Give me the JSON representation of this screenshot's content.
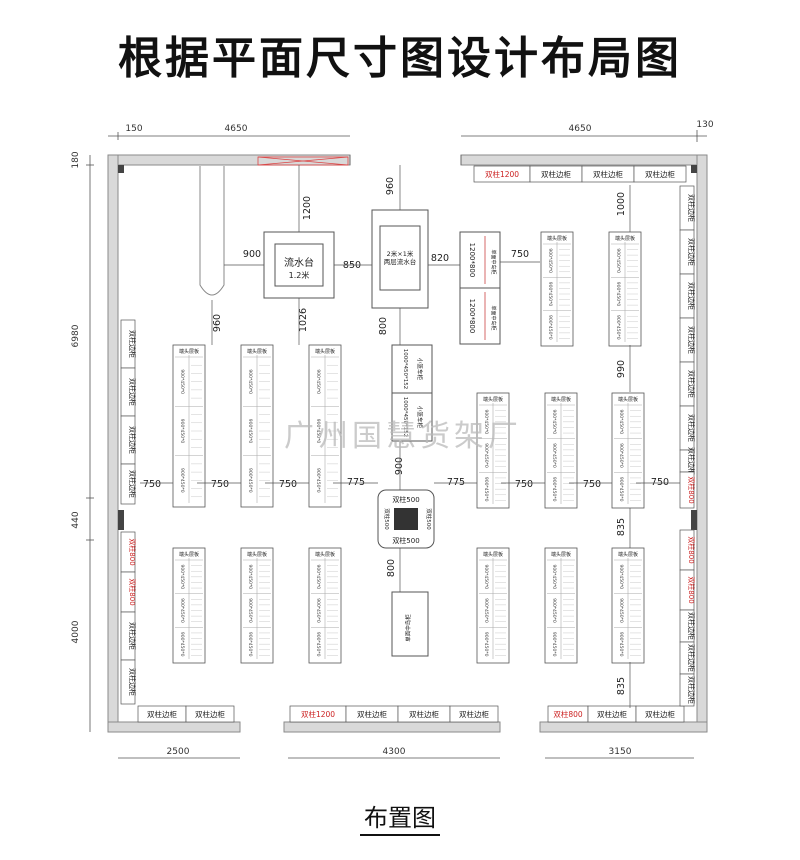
{
  "title": "根据平面尺寸图设计布局图",
  "caption": "布置图",
  "watermark": "广州国慧货架厂",
  "colors": {
    "wall": "#d9d9d9",
    "line": "#555555",
    "accent": "#cc2222",
    "text": "#222222"
  },
  "dims": {
    "top_left_150": "150",
    "top_left_4650": "4650",
    "top_right_4650": "4650",
    "top_right_130": "130",
    "left_180": "180",
    "left_6980": "6980",
    "left_440": "440",
    "left_4000": "4000",
    "bottom_2500": "2500",
    "bottom_4300": "4300",
    "bottom_3150": "3150"
  },
  "inner_dims": {
    "d960_top": "960",
    "d1200": "1200",
    "d900": "900",
    "d850": "850",
    "d820": "820",
    "d750_a": "750",
    "d1000": "1000",
    "d960_left": "960",
    "d1026": "1026",
    "d800_top": "800",
    "d990": "990",
    "d900_mid": "900",
    "d750_1": "750",
    "d750_2": "750",
    "d750_3": "750",
    "d775_l": "775",
    "d775_r": "775",
    "d750_4": "750",
    "d750_5": "750",
    "d750_6": "750",
    "d835_a": "835",
    "d800_mid": "800",
    "d835_b": "835"
  },
  "fixtures": {
    "sink_small": {
      "line1": "流水台",
      "line2": "1.2米"
    },
    "sink_large": {
      "line1": "2米×1米",
      "line2": "两层流水台"
    },
    "island_top": "1200*800",
    "island_bottom": "1200*800",
    "island_top_sub": "单面中岛柜",
    "island_bottom_sub": "单面中岛柜",
    "end_cap": "端头层板",
    "small_rack_1": "1000*450*152",
    "small_rack_2": "1000*450*152",
    "small_rack_sub": "小篮车柜",
    "center_top": "双柱500",
    "center_left": "双柱500",
    "center_right": "双柱500",
    "center_bottom": "双柱500",
    "small_unit": "单面中岛柜"
  },
  "shelf_labels": {
    "top_right_red": "双柱1200",
    "top_right_1": "双柱边柜",
    "top_right_2": "双柱边柜",
    "top_right_3": "双柱边柜",
    "bottom_left_1": "双柱边柜",
    "bottom_left_2": "双柱边柜",
    "bottom_mid_red": "双柱1200",
    "bottom_mid_1": "双柱边柜",
    "bottom_mid_2": "双柱边柜",
    "bottom_mid_3": "双柱边柜",
    "bottom_right_red": "双柱800",
    "bottom_right_1": "双柱边柜",
    "bottom_right_2": "双柱边柜",
    "left_1": "双柱边柜",
    "left_2": "双柱边柜",
    "left_3": "双柱边柜",
    "left_4": "双柱边柜",
    "left_red_1": "双柱800",
    "left_red_2": "双柱800",
    "left_5": "双柱边柜",
    "left_6": "双柱边柜",
    "right_1": "双柱边柜",
    "right_2": "双柱边柜",
    "right_3": "双柱边柜",
    "right_4": "双柱边柜",
    "right_5": "双柱边柜",
    "right_6": "双柱边柜",
    "right_7": "双柱边柜",
    "right_red_1": "双柱800",
    "right_red_2": "双柱800",
    "right_red_3": "双柱800",
    "right_8": "双柱边柜",
    "right_9": "双柱边柜",
    "right_10": "双柱边柜"
  },
  "gondola": {
    "head": "端头层板",
    "mid_a": "900*450*0",
    "mid_b": "900*450*0",
    "mid_c": "900*450*0"
  }
}
